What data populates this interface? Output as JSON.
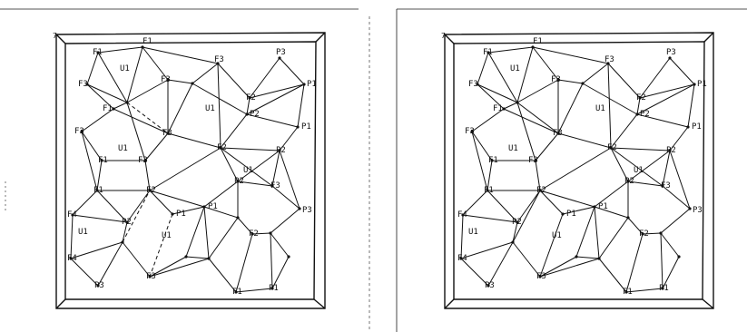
{
  "figure": {
    "panels": [
      {
        "id": "left",
        "corner_label": "7",
        "labels": [
          "F1",
          "F1",
          "U1",
          "F3",
          "F3",
          "F3",
          "P3",
          "P1",
          "F2",
          "U1",
          "P2",
          "F1",
          "U1",
          "F3",
          "F1",
          "F3",
          "F2",
          "P1",
          "P2",
          "F3",
          "U1",
          "P2",
          "F1",
          "F2",
          "P1",
          "U1",
          "P3",
          "F4",
          "P2",
          "U1",
          "P1",
          "F3",
          "F4",
          "P3",
          "F3",
          "F2",
          "F1",
          "P1"
        ]
      },
      {
        "id": "right",
        "corner_label": "7",
        "labels": [
          "F1",
          "F1",
          "U1",
          "F3",
          "F3",
          "F3",
          "P3",
          "P1",
          "F2",
          "U1",
          "P2",
          "F1",
          "U1",
          "F3",
          "F1",
          "F3",
          "F2",
          "P1",
          "P2",
          "F3",
          "U1",
          "P2",
          "F1",
          "F2",
          "P1",
          "U1",
          "P3",
          "F4",
          "P2",
          "U1",
          "P1",
          "F3",
          "F4",
          "P3",
          "F3",
          "F2",
          "F1",
          "P1"
        ]
      }
    ]
  }
}
